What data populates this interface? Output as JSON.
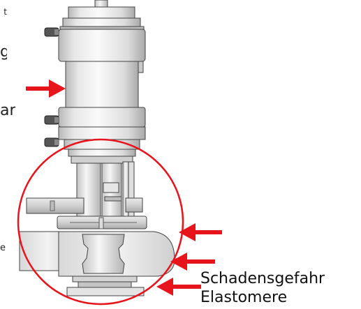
{
  "caption": {
    "line1": "Schadensgefahr",
    "line2": "Elastomere"
  },
  "cut_off_text": {
    "t1": "t",
    "t2": "g",
    "t3": "ar",
    "t4": "e"
  },
  "colors": {
    "arrow": "#e8141b",
    "circle": "#e8141b",
    "metal_light": "#f2f2f2",
    "metal_mid": "#d6d6d6",
    "metal_dark": "#a8a8a8",
    "outline": "#444444",
    "fitting": "#555555"
  }
}
